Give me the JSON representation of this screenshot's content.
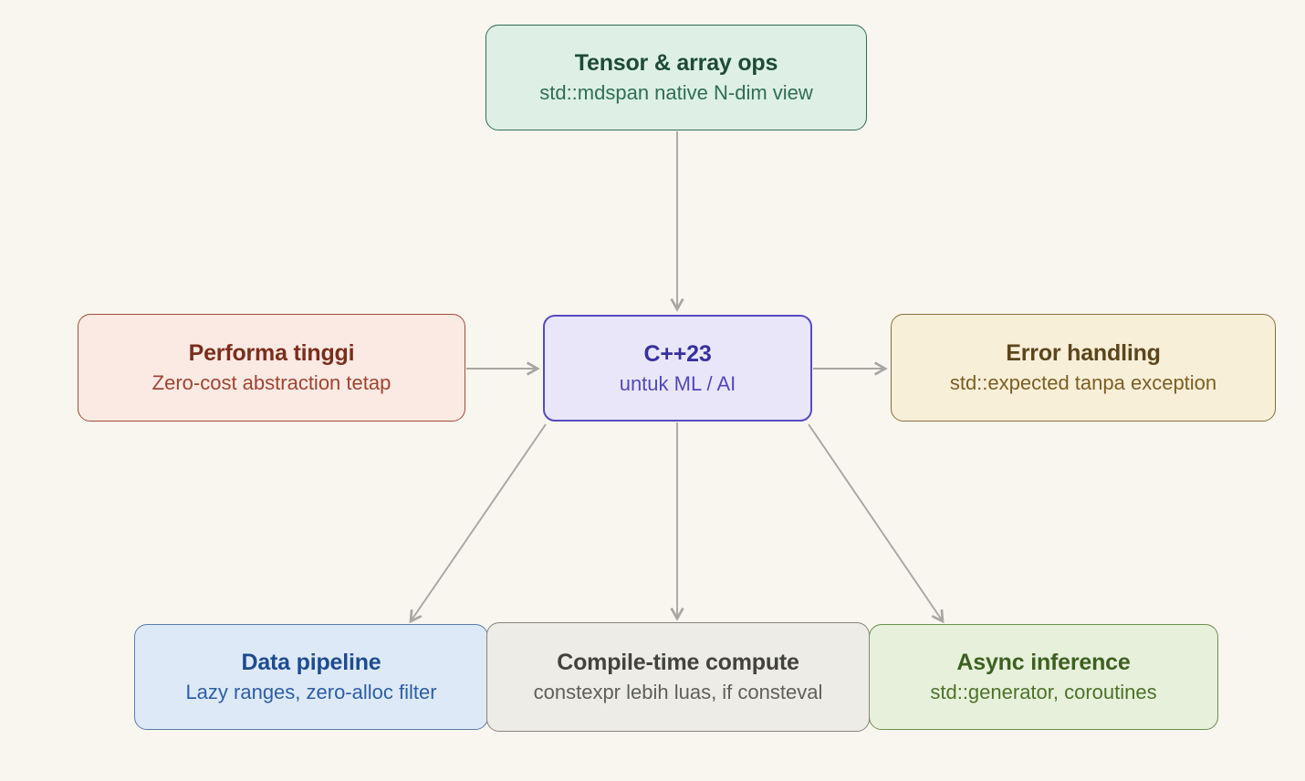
{
  "diagram": {
    "background_color": "#f8f6ef",
    "arrow_color": "#a8a6a0",
    "nodes": [
      {
        "id": "tensor",
        "title": "Tensor & array ops",
        "subtitle": "std::mdspan native N-dim view",
        "bg": "#def0e6",
        "border": "#2f6e54",
        "title_color": "#1d4a39",
        "subtitle_color": "#2f6e55"
      },
      {
        "id": "performa",
        "title": "Performa tinggi",
        "subtitle": "Zero-cost abstraction tetap",
        "bg": "#faeae3",
        "border": "#a34c36",
        "title_color": "#7c2d1c",
        "subtitle_color": "#a04430"
      },
      {
        "id": "cpp23",
        "title": "C++23",
        "subtitle": "untuk ML / AI",
        "bg": "#e9e6f9",
        "border": "#564bc1",
        "title_color": "#37309f",
        "subtitle_color": "#5049bb"
      },
      {
        "id": "error",
        "title": "Error handling",
        "subtitle": "std::expected tanpa exception",
        "bg": "#f8efd9",
        "border": "#8a6f3c",
        "title_color": "#5c451c",
        "subtitle_color": "#7d5e23"
      },
      {
        "id": "data",
        "title": "Data pipeline",
        "subtitle": "Lazy ranges, zero-alloc filter",
        "bg": "#dde9f7",
        "border": "#5c7ca8",
        "title_color": "#1d4c8f",
        "subtitle_color": "#2d5ea6"
      },
      {
        "id": "compile",
        "title": "Compile-time compute",
        "subtitle": "constexpr lebih luas, if consteval",
        "bg": "#edece6",
        "border": "#85857d",
        "title_color": "#42423f",
        "subtitle_color": "#5f5f5c"
      },
      {
        "id": "async",
        "title": "Async inference",
        "subtitle": "std::generator, coroutines",
        "bg": "#e7f0db",
        "border": "#6c8f4e",
        "title_color": "#3d6020",
        "subtitle_color": "#4c7228"
      }
    ],
    "edges": [
      {
        "from": "tensor",
        "to": "cpp23"
      },
      {
        "from": "performa",
        "to": "cpp23"
      },
      {
        "from": "cpp23",
        "to": "error"
      },
      {
        "from": "cpp23",
        "to": "data"
      },
      {
        "from": "cpp23",
        "to": "compile"
      },
      {
        "from": "cpp23",
        "to": "async"
      }
    ]
  }
}
